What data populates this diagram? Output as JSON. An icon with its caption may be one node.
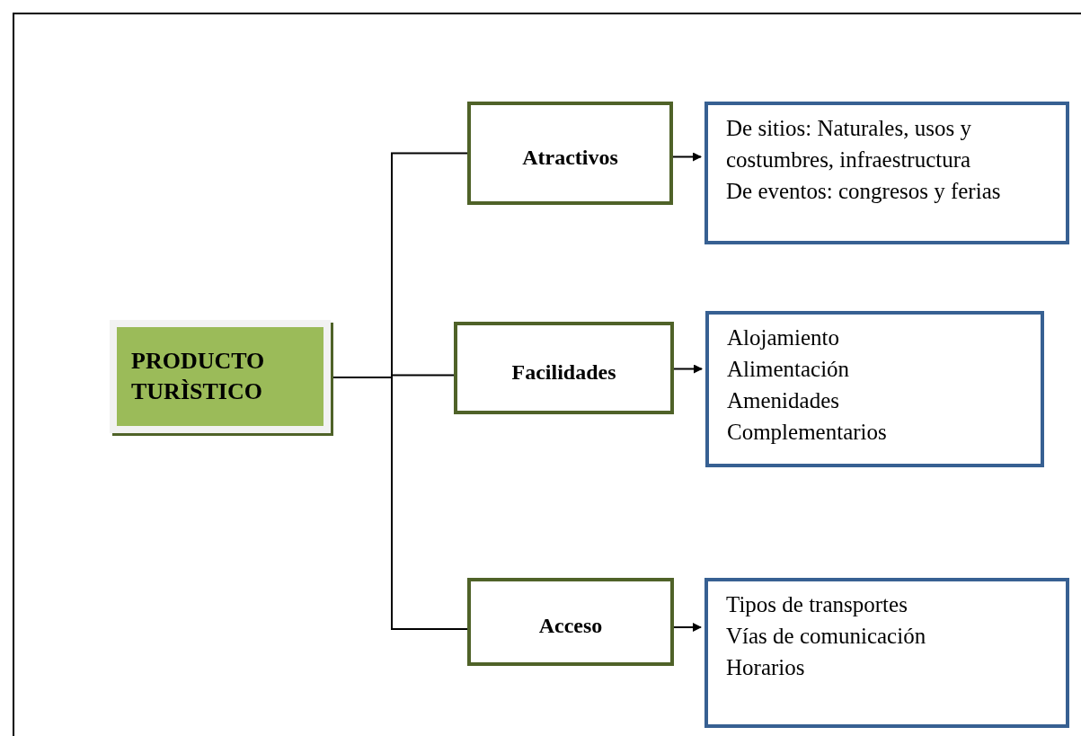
{
  "diagram": {
    "nodes": [
      {
        "text": [
          "PRODUCTO TURÌSTICO"
        ]
      },
      {
        "text": [
          "Atractivos"
        ]
      },
      {
        "text": [
          "Facilidades"
        ]
      },
      {
        "text": [
          "Acceso"
        ]
      },
      {
        "text": [
          "De sitios: Naturales, usos y costumbres, infraestructura",
          "De eventos: congresos y ferias"
        ]
      },
      {
        "text": [
          "Alojamiento",
          "Alimentación",
          "Amenidades",
          "Complementarios"
        ]
      },
      {
        "text": [
          "Tipos de transportes",
          "Vías de comunicación",
          "Horarios"
        ]
      }
    ],
    "edges": [
      {
        "from": 0,
        "to": 1,
        "arrow": "none"
      },
      {
        "from": 0,
        "to": 2,
        "arrow": "none"
      },
      {
        "from": 0,
        "to": 3,
        "arrow": "none"
      },
      {
        "from": 1,
        "to": 4,
        "arrow": "to"
      },
      {
        "from": 2,
        "to": 5,
        "arrow": "to"
      },
      {
        "from": 3,
        "to": 6,
        "arrow": "to"
      }
    ]
  }
}
